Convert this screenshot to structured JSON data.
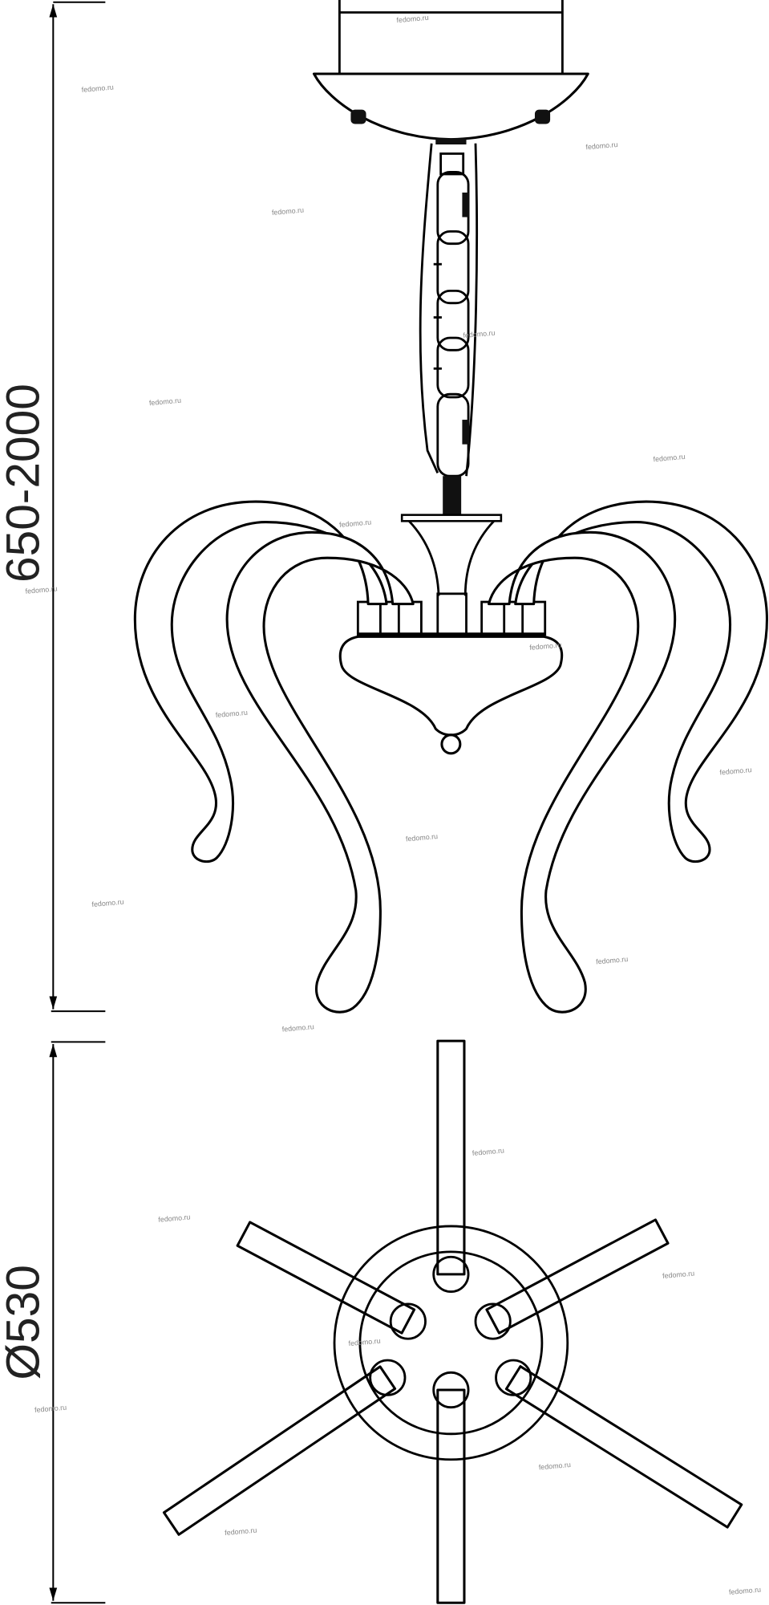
{
  "dimensions": {
    "height_label": "650-2000",
    "diameter_label": "Ø530"
  },
  "watermark": "fedomo.ru",
  "colors": {
    "line": "#000000",
    "background": "#ffffff",
    "watermark": "#888888"
  }
}
